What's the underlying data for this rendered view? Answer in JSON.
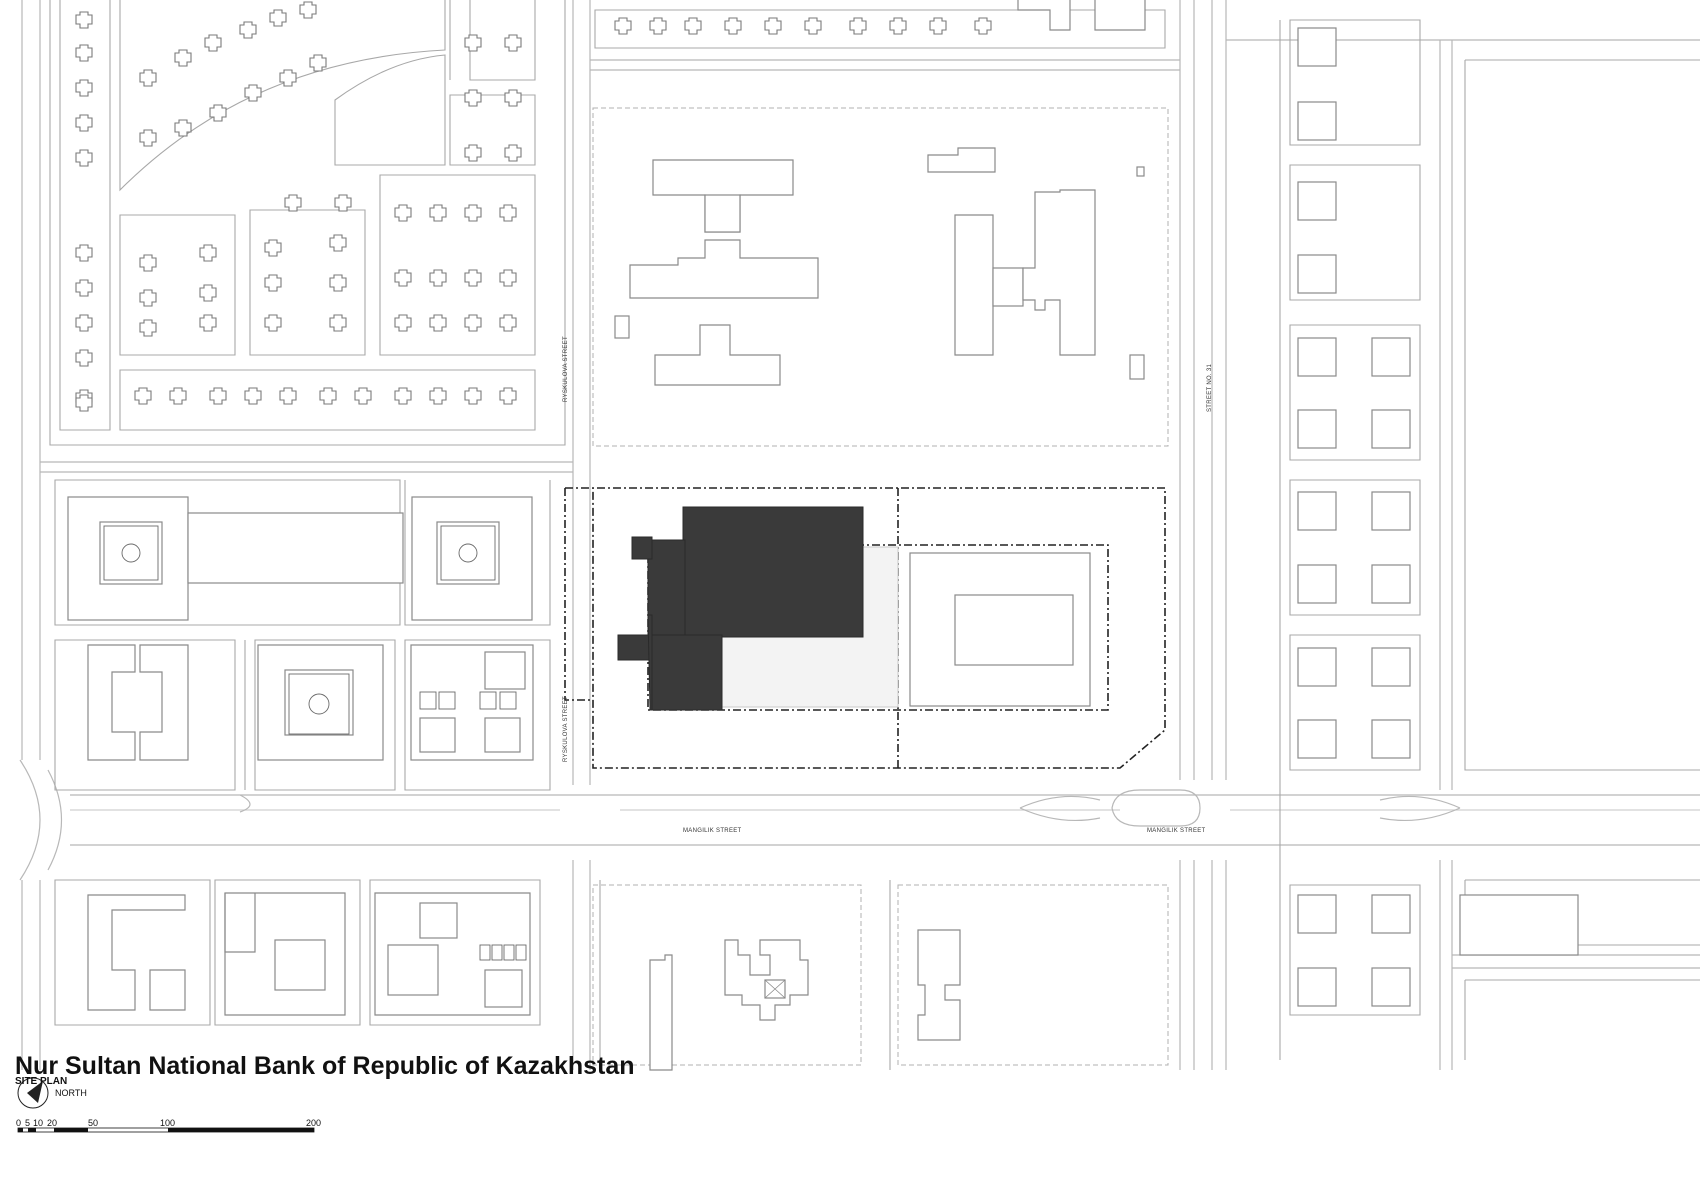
{
  "title": "Nur Sultan National Bank of Republic of Kazakhstan",
  "subtitle": "SITE PLAN",
  "north_label": "NORTH",
  "scale_bar": {
    "ticks": [
      "0",
      "5",
      "10",
      "20",
      "50",
      "100",
      "200"
    ]
  },
  "streets": {
    "ryskulova_upper": "RYSKULOVA STREET",
    "ryskulova_lower": "RYSKULOVA STREET",
    "mangilik_west": "MANGILIK STREET",
    "mangilik_east": "MANGILIK STREET",
    "street_31": "STREET NO. 31"
  },
  "colors": {
    "bank_building": "#3a3a3a",
    "road_lines": "#b8b8b8",
    "site_boundary": "#222222"
  }
}
